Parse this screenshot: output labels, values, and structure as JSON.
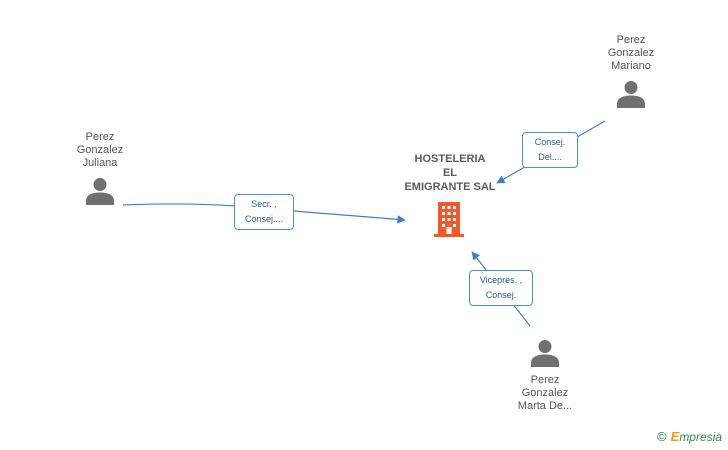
{
  "company": {
    "name_lines": [
      "HOSTELERIA",
      "EL",
      "EMIGRANTE SAL"
    ],
    "icon": "building-icon",
    "color": "#f0592a"
  },
  "people": [
    {
      "id": "juliana",
      "name_lines": [
        "Perez",
        "Gonzalez",
        "Juliana"
      ],
      "icon": "person-icon"
    },
    {
      "id": "mariano",
      "name_lines": [
        "Perez",
        "Gonzalez",
        "Mariano"
      ],
      "icon": "person-icon"
    },
    {
      "id": "marta",
      "name_lines": [
        "Perez",
        "Gonzalez",
        "Marta De..."
      ],
      "icon": "person-icon"
    }
  ],
  "relations": [
    {
      "from": "juliana",
      "label_lines": [
        "Secr. ,",
        "Consej...."
      ]
    },
    {
      "from": "mariano",
      "label_lines": [
        "Consej.",
        "Del...."
      ]
    },
    {
      "from": "marta",
      "label_lines": [
        "Vicepres. ,",
        "Consej."
      ]
    }
  ],
  "brand": {
    "copyright": "©",
    "initial": "E",
    "rest": "mpresia"
  },
  "colors": {
    "edge": "#3d7fcf",
    "person": "#707070",
    "label_border": "#4a8fd8"
  }
}
